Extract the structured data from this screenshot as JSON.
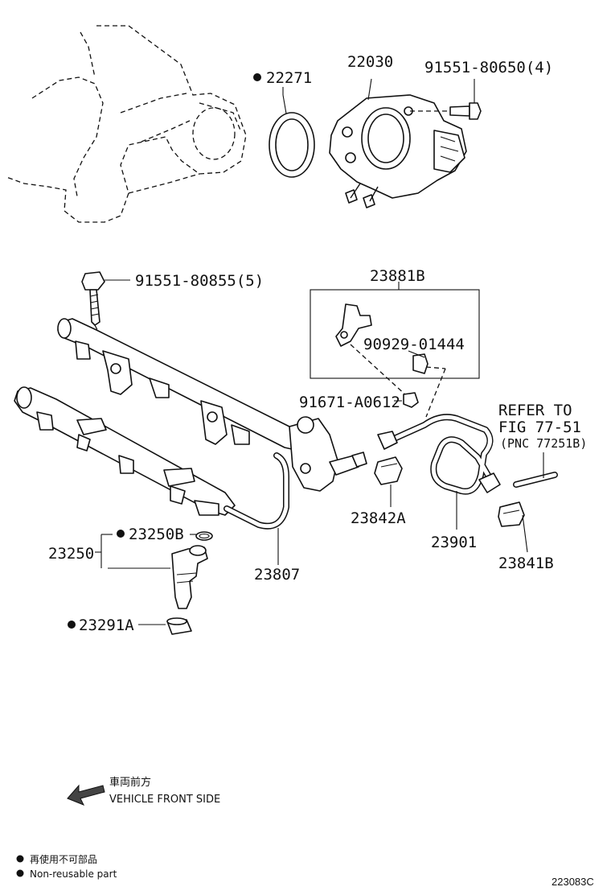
{
  "callouts": {
    "gasket_22271": "22271",
    "throttle_body": "22030",
    "throttle_bolt": "91551-80650(4)",
    "rail_bolt": "91551-80855(5)",
    "bracket_kit": "23881B",
    "bracket_clip": "90929-01444",
    "bracket_bolt": "91671-A0612",
    "refer_line1": "REFER TO",
    "refer_line2": "FIG 77-51",
    "refer_line3": "(PNC 77251B)",
    "clamp_23842a": "23842A",
    "hose_23901": "23901",
    "clamp_23841b": "23841B",
    "injector": "23250",
    "oring": "23250B",
    "insulator": "23291A",
    "delivery_pipe": "23807"
  },
  "direction": {
    "japanese": "車両前方",
    "english": "VEHICLE FRONT SIDE"
  },
  "legend": {
    "japanese": "再使用不可部品",
    "english": "Non-reusable part"
  },
  "illustration_code": "223083C"
}
